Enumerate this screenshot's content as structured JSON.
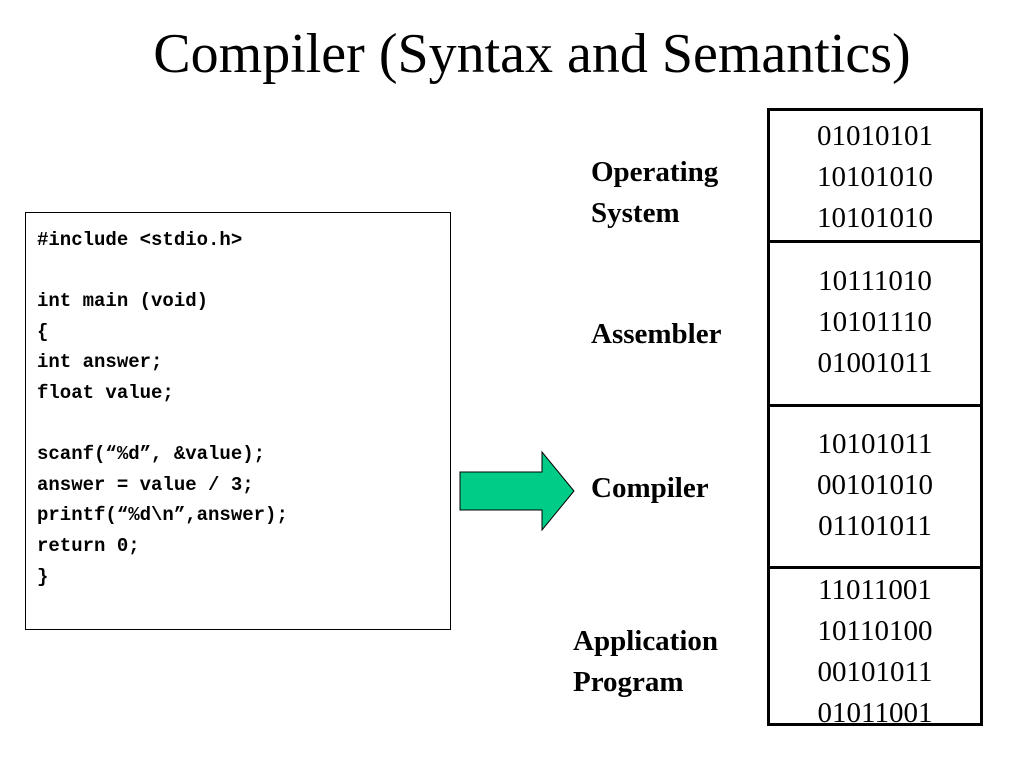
{
  "title": "Compiler (Syntax and Semantics)",
  "source_code": {
    "lines": [
      "#include <stdio.h>",
      "",
      "int main (void)",
      "{",
      "int answer;",
      "float value;",
      "",
      "scanf(“%d”, &value);",
      "answer = value / 3;",
      "printf(“%d\\n”,answer);",
      "return 0;",
      "}"
    ]
  },
  "arrow": {
    "fill_color": "#00cc88",
    "stroke_color": "#000000"
  },
  "memory": {
    "segments": [
      {
        "label": "Operating System",
        "label_lines": [
          "Operating",
          "System"
        ],
        "bits": [
          "01010101",
          "10101010",
          "10101010"
        ]
      },
      {
        "label": "Assembler",
        "label_lines": [
          "Assembler"
        ],
        "bits": [
          "10111010",
          "10101110",
          "01001011"
        ]
      },
      {
        "label": "Compiler",
        "label_lines": [
          "Compiler"
        ],
        "bits": [
          "10101011",
          "00101010",
          "01101011"
        ]
      },
      {
        "label": "Application Program",
        "label_lines": [
          "Application",
          "Program"
        ],
        "bits": [
          "11011001",
          "10110100",
          "00101011",
          "01011001"
        ]
      }
    ]
  }
}
